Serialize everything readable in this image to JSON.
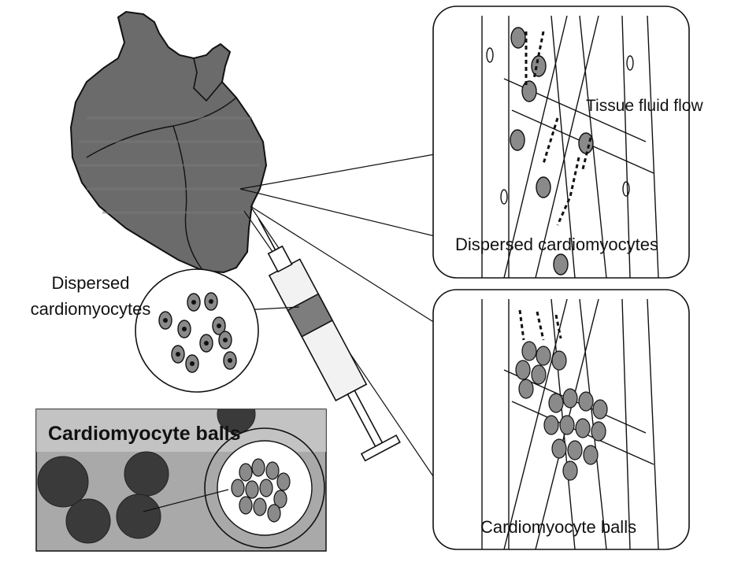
{
  "labels": {
    "tissue_fluid_flow": "Tissue fluid flow",
    "dispersed_cardiomyocytes_top": "Dispersed cardiomyocytes",
    "dispersed_cardiomyocytes_left": "Dispersed cardiomyocytes",
    "cardiomyocyte_balls_box": "Cardiomyocyte balls",
    "cardiomyocyte_balls_right": "Cardiomyocyte balls"
  },
  "colors": {
    "heart_fill": "#6b6b6b",
    "cell_fill": "#8a8a8a",
    "line": "#111111",
    "photo_bg": "#a9a9a9"
  }
}
